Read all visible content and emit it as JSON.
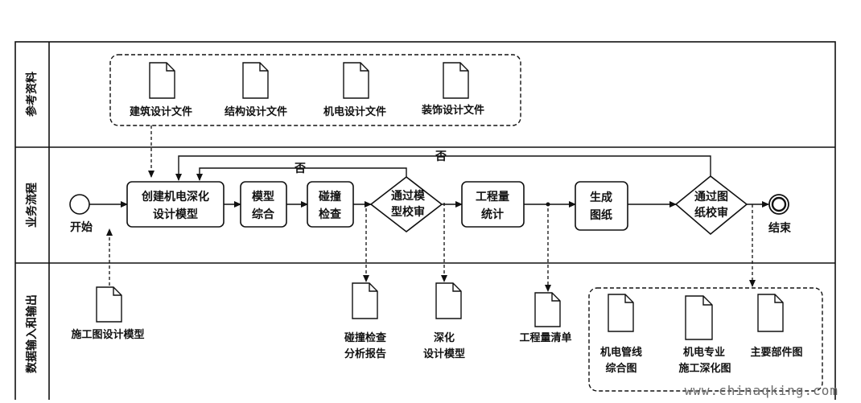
{
  "lanes": [
    {
      "label": "参考资料"
    },
    {
      "label": "业务流程"
    },
    {
      "label": "数据输入和输出"
    }
  ],
  "reference_docs": [
    {
      "label": "建筑设计文件"
    },
    {
      "label": "结构设计文件"
    },
    {
      "label": "机电设计文件"
    },
    {
      "label": "装饰设计文件"
    }
  ],
  "process": {
    "start_label": "开始",
    "end_label": "结束",
    "create_model": [
      "创建机电深化",
      "设计模型"
    ],
    "model_merge": [
      "模型",
      "综合"
    ],
    "collision_check": [
      "碰撞",
      "检查"
    ],
    "model_review": [
      "通过模",
      "型校审"
    ],
    "quantity_stats": [
      "工程量",
      "统计"
    ],
    "generate_drawings": [
      "生成",
      "图纸"
    ],
    "drawing_review": [
      "通过图",
      "纸校审"
    ],
    "reject_label_1": "否",
    "reject_label_2": "否"
  },
  "outputs": {
    "construction_model": "施工图设计模型",
    "collision_report": [
      "碰撞检查",
      "分析报告"
    ],
    "deepened_model": [
      "深化",
      "设计模型"
    ],
    "quantity_list": "工程量清单",
    "group_docs": [
      [
        "机电管线",
        "综合图"
      ],
      [
        "机电专业",
        "施工深化图"
      ],
      [
        "主要部件图"
      ]
    ]
  },
  "watermark": "www.chinaqking.com"
}
